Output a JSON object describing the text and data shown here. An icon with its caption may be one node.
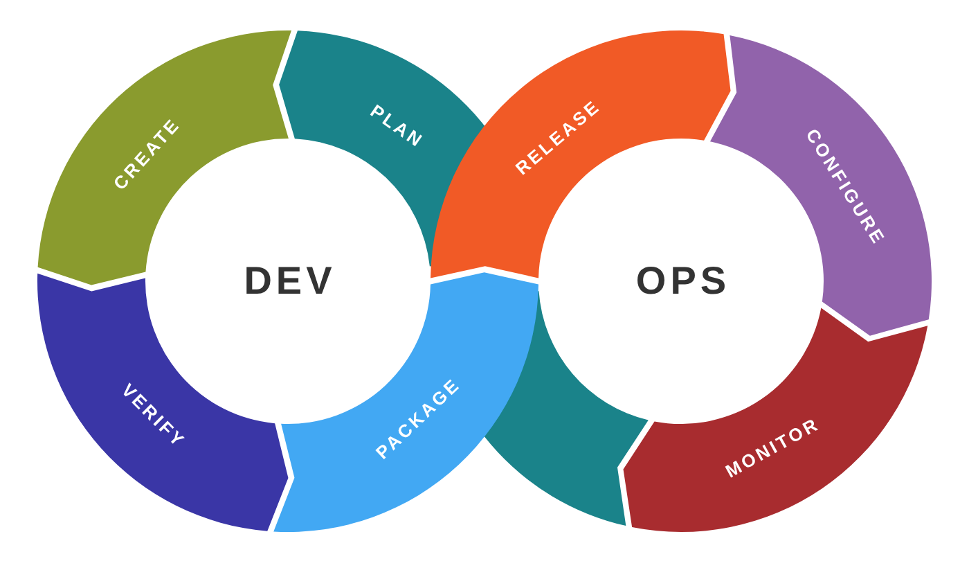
{
  "diagram": {
    "nodes": [
      {
        "text": [
          "CREATE"
        ]
      },
      {
        "text": [
          "PLAN"
        ]
      },
      {
        "text": [
          "VERIFY"
        ]
      },
      {
        "text": [
          "PACKAGE"
        ]
      },
      {
        "text": [
          "RELEASE"
        ]
      },
      {
        "text": [
          "CONFIGURE"
        ]
      },
      {
        "text": [
          "MONITOR"
        ]
      },
      {
        "text": [],
        "shape": "arc"
      }
    ],
    "labels": [
      "DEV",
      "OPS"
    ]
  }
}
